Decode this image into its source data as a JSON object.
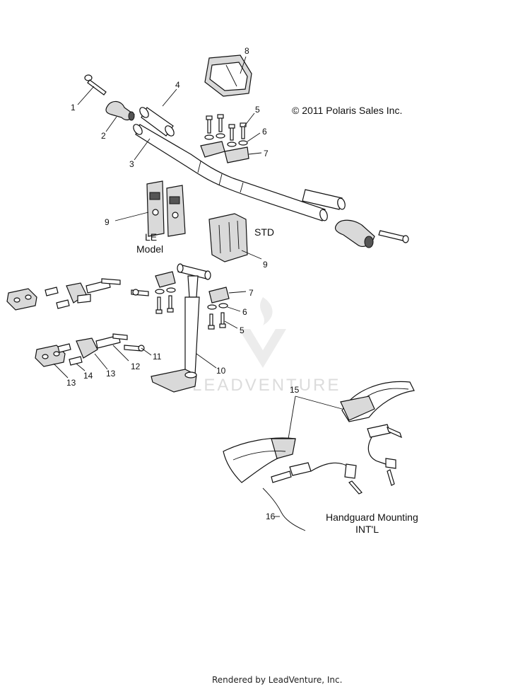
{
  "copyright": "© 2011 Polaris Sales Inc.",
  "labels": {
    "le_model_line1": "LE",
    "le_model_line2": "Model",
    "std": "STD",
    "handguard_line1": "Handguard Mounting",
    "handguard_line2": "INT'L"
  },
  "watermark": "LEADVENTURE",
  "footer": "Rendered by LeadVenture, Inc.",
  "callouts": {
    "c1": "1",
    "c2": "2",
    "c3": "3",
    "c4": "4",
    "c5a": "5",
    "c6a": "6",
    "c7a": "7",
    "c8": "8",
    "c9a": "9",
    "c9b": "9",
    "c7b": "7",
    "c6b": "6",
    "c5b": "5",
    "c10": "10",
    "c11": "11",
    "c12": "12",
    "c13a": "13",
    "c14": "14",
    "c13b": "13",
    "c15": "15",
    "c16": "16"
  },
  "colors": {
    "line": "#111111",
    "part_fill": "#ffffff",
    "shade": "#d9d9d9",
    "watermark": "#dcdcdc"
  }
}
